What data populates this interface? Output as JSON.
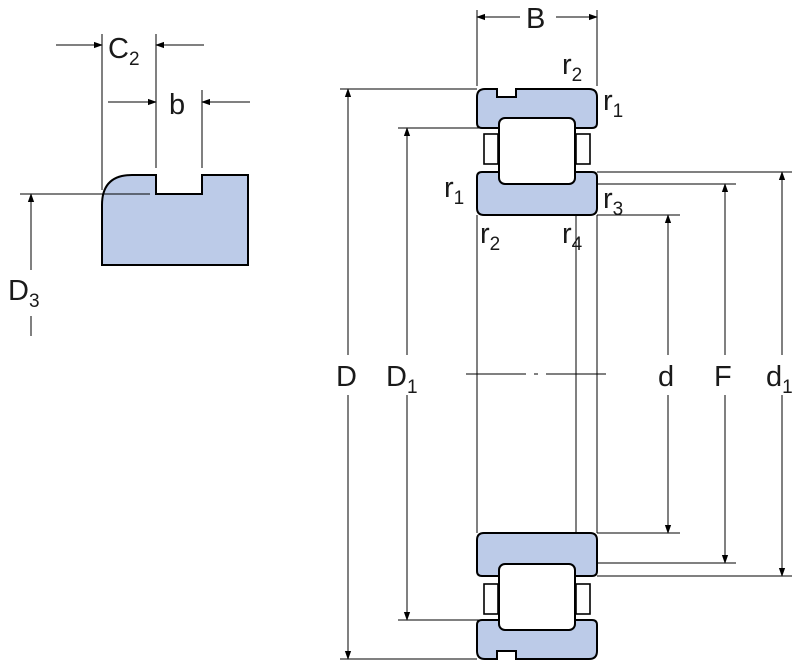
{
  "labels": {
    "B": "B",
    "C": "C",
    "C_sub": "2",
    "b": "b",
    "D3": "D",
    "D3_sub": "3",
    "D": "D",
    "D1": "D",
    "D1_sub": "1",
    "d": "d",
    "F": "F",
    "d1": "d",
    "d1_sub": "1",
    "r2_top": "r",
    "r2_top_sub": "2",
    "r1_top": "r",
    "r1_top_sub": "1",
    "r1_left": "r",
    "r1_left_sub": "1",
    "r3": "r",
    "r3_sub": "3",
    "r2_bottom": "r",
    "r2_bottom_sub": "2",
    "r4": "r",
    "r4_sub": "4"
  },
  "colors": {
    "part_fill": "#bccbe8",
    "outline": "#000000",
    "text": "#1a1a1a"
  }
}
